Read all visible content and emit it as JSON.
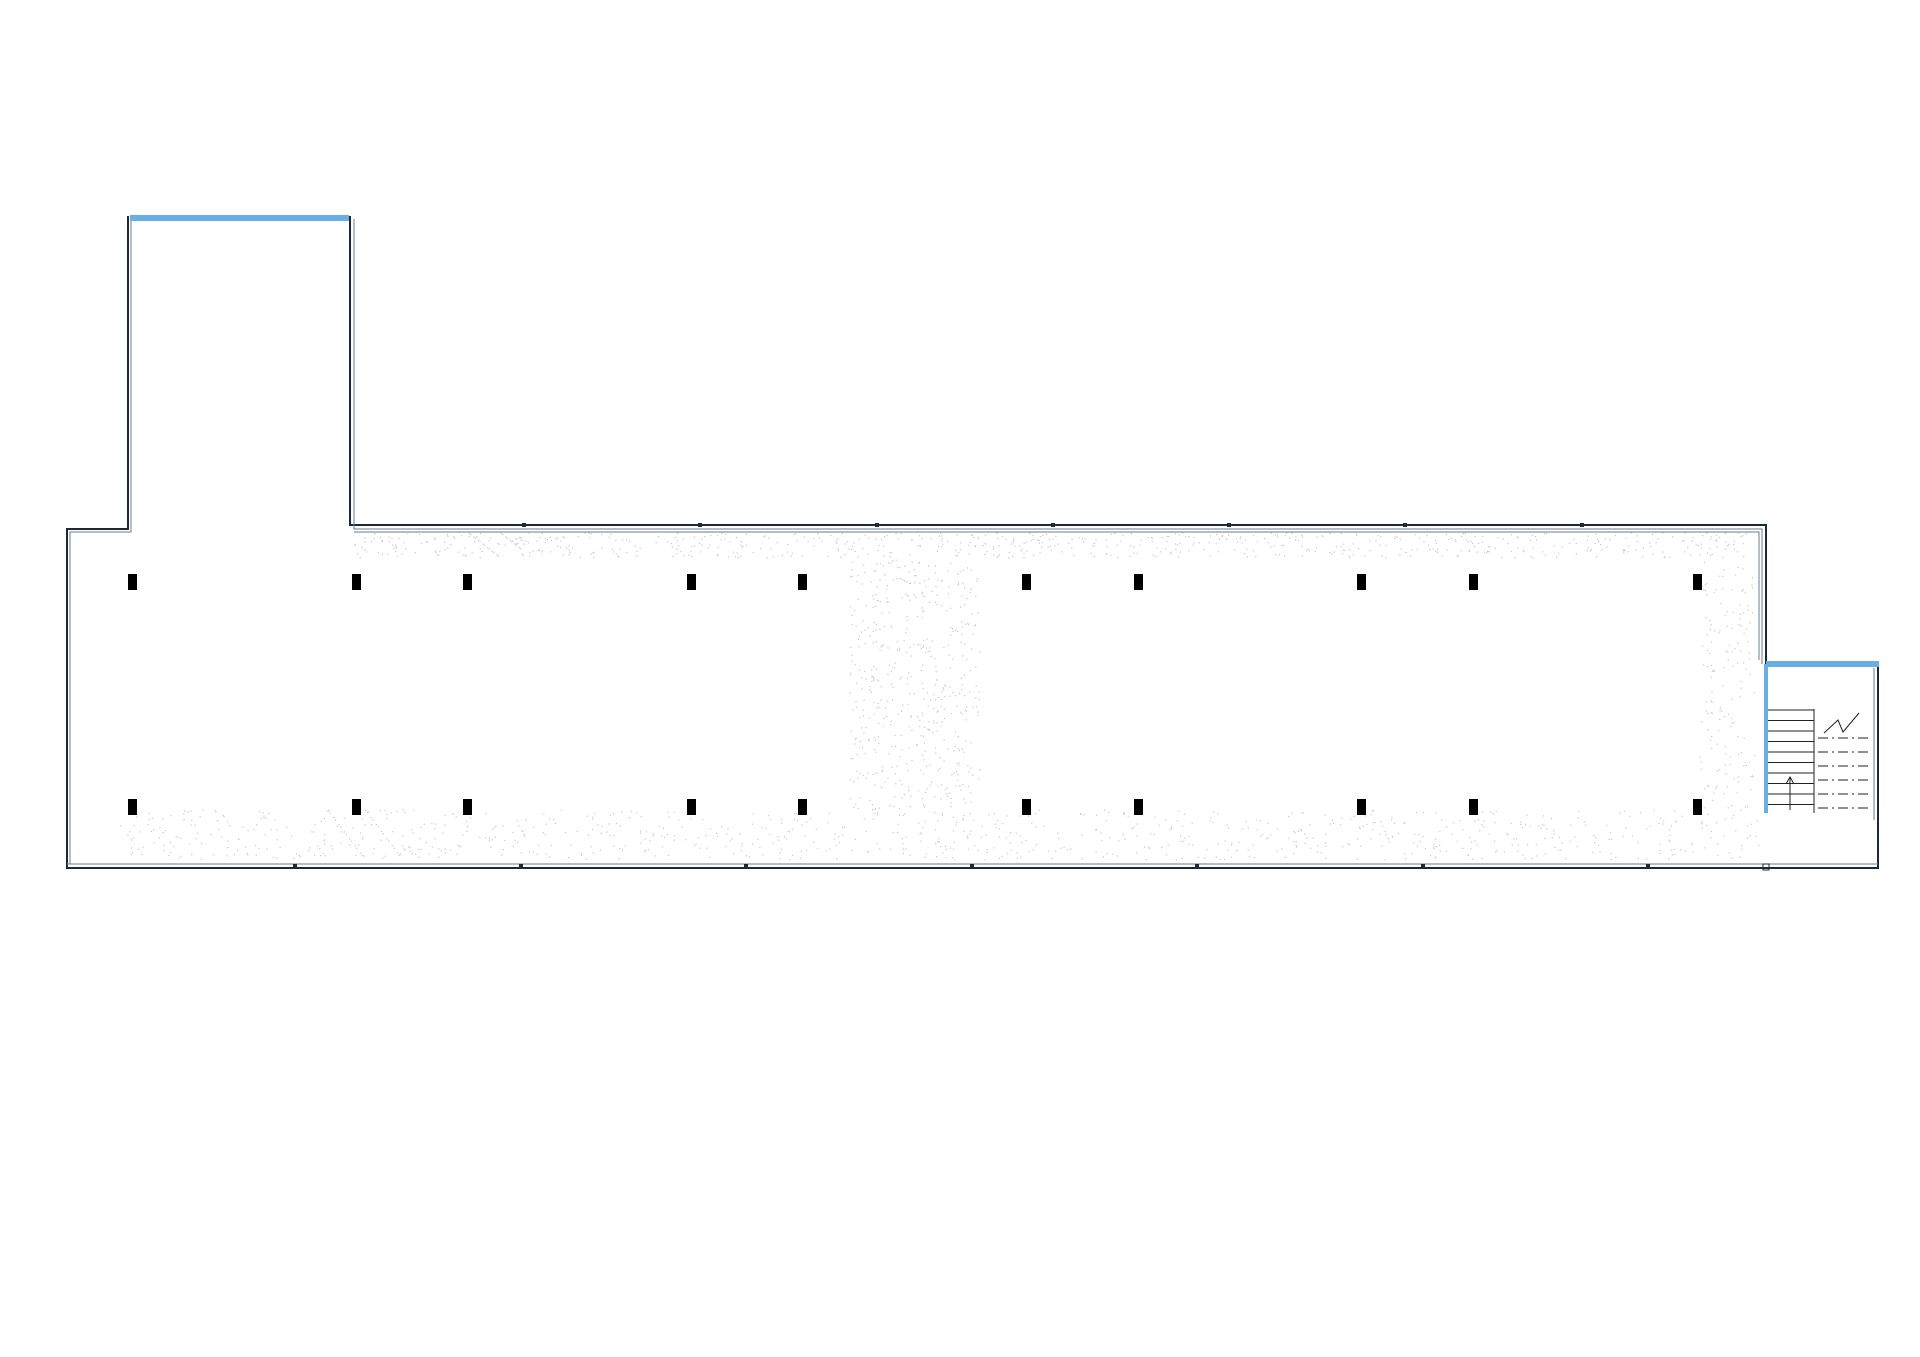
{
  "drawing": {
    "type": "floor-plan",
    "colors": {
      "wall": "#1b2a3a",
      "wall_inner": "#6d7b88",
      "glazing": "#6aaee8",
      "column": "#000000",
      "floor_texture": "#c9c9c9",
      "background": "#ffffff"
    },
    "elements": {
      "columns_per_row": 10,
      "column_rows": 2,
      "glazed_edges": 2,
      "stair_count": 1
    },
    "icons": {
      "stair_arrow": "up-arrow-icon",
      "stair_break": "break-line-icon"
    }
  }
}
